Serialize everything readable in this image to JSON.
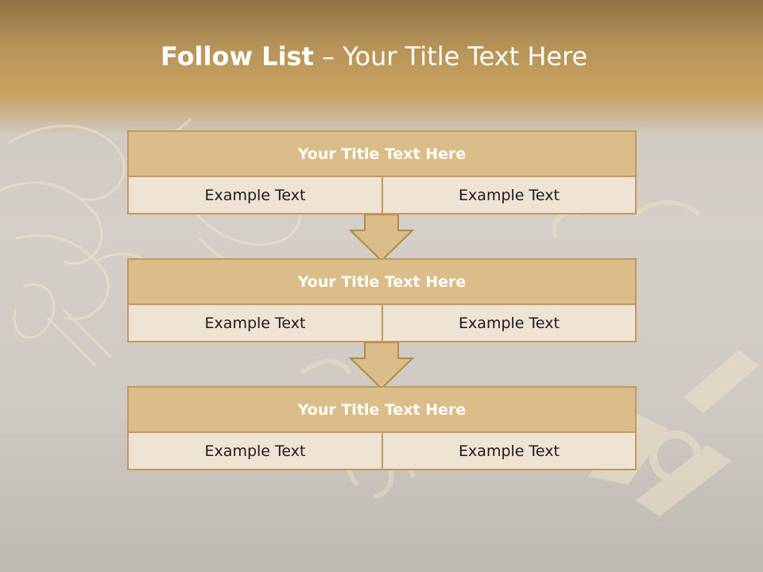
{
  "slide": {
    "title_bold": "Follow List",
    "title_rest": "  – Your Title Text Here"
  },
  "blocks": [
    {
      "title": "Your Title Text Here",
      "left_text": "Example Text",
      "right_text": "Example Text"
    },
    {
      "title": "Your Title Text Here",
      "left_text": "Example Text",
      "right_text": "Example Text"
    },
    {
      "title": "Your Title Text Here",
      "left_text": "Example Text",
      "right_text": "Example Text"
    }
  ],
  "colors": {
    "header_band": "#b79358",
    "block_border": "#c29a5c",
    "block_head": "#dbbd8a",
    "cell_fill": "#efe3d4",
    "arrow_fill": "#dbbd8a"
  },
  "icons": {
    "arrow_1": "down-arrow",
    "arrow_2": "down-arrow"
  }
}
